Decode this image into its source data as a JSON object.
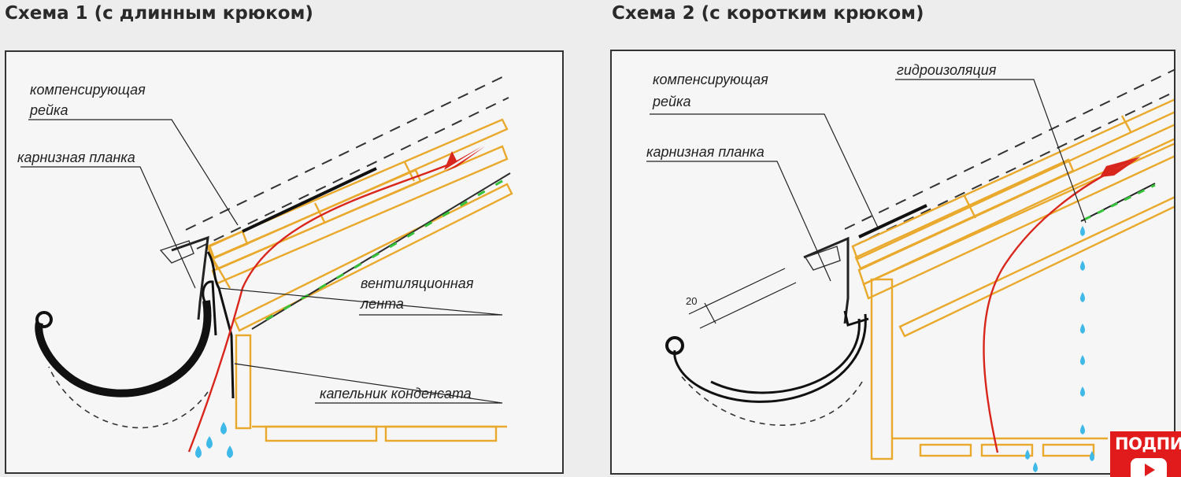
{
  "scheme1": {
    "title": "Схема 1 (с длинным крюком)",
    "labels": {
      "compensating_strip_line1": "компенсирующая",
      "compensating_strip_line2": "рейка",
      "eaves_strip": "карнизная планка",
      "ventilation_tape_line1": "вентиляционная",
      "ventilation_tape_line2": "лента",
      "condensate_drip": "капельник конденсата"
    }
  },
  "scheme2": {
    "title": "Схема 2 (с коротким крюком)",
    "labels": {
      "compensating_strip_line1": "компенсирующая",
      "compensating_strip_line2": "рейка",
      "eaves_strip": "карнизная планка",
      "waterproofing": "гидроизоляция",
      "dimension": "20"
    }
  },
  "subscribe_badge": {
    "label": "ПОДПИ",
    "icon": "youtube-play-icon"
  },
  "colors": {
    "wood": "#e9a92c",
    "airflow_arrow": "#d9261c",
    "membrane": "#36c23a",
    "water_drop": "#3fb9e8"
  }
}
